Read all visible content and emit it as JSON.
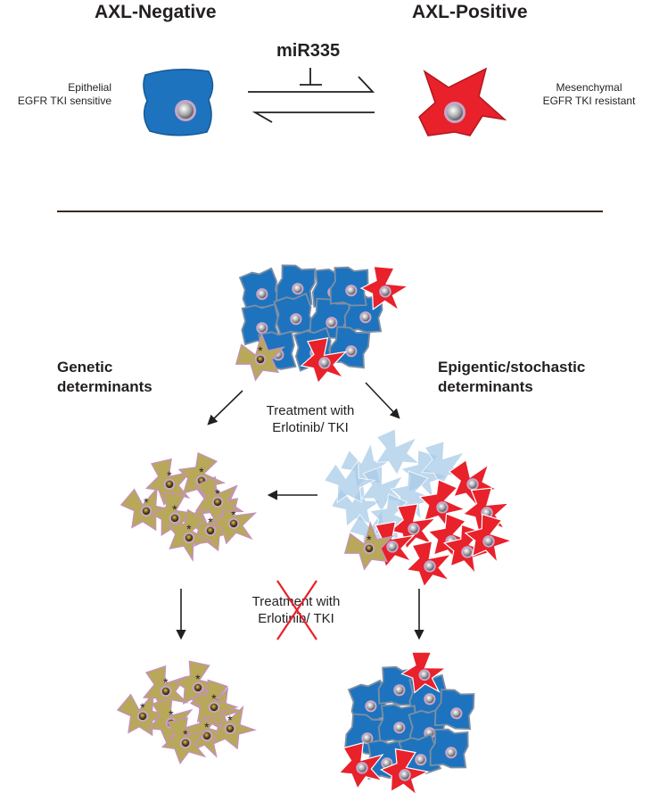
{
  "top": {
    "left_header": "AXL-Negative",
    "right_header": "AXL-Positive",
    "mirna": "miR335",
    "left_desc": [
      "Epithelial",
      "EGFR TKI sensitive"
    ],
    "right_desc": [
      "Mesenchymal",
      "EGFR TKI resistant"
    ]
  },
  "bottom": {
    "genetic": [
      "Genetic",
      "determinants"
    ],
    "epigenetic": [
      "Epigentic/stochastic",
      "determinants"
    ],
    "treatment": [
      "Treatment with",
      "Erlotinib/  TKI"
    ],
    "treatment_crossed": [
      "Treatment with",
      "Erlotinib/  TKI"
    ],
    "mutation_mark": "*"
  },
  "colors": {
    "axl_negative_cell": "#1e73be",
    "axl_positive_cell": "#e8212b",
    "mutant_cell": "#b8a85a",
    "nucleus": "#a7a9ac",
    "cross": "#e8212b",
    "divider": "#3b2a1e",
    "residual_cell": "#a9cbe8"
  }
}
